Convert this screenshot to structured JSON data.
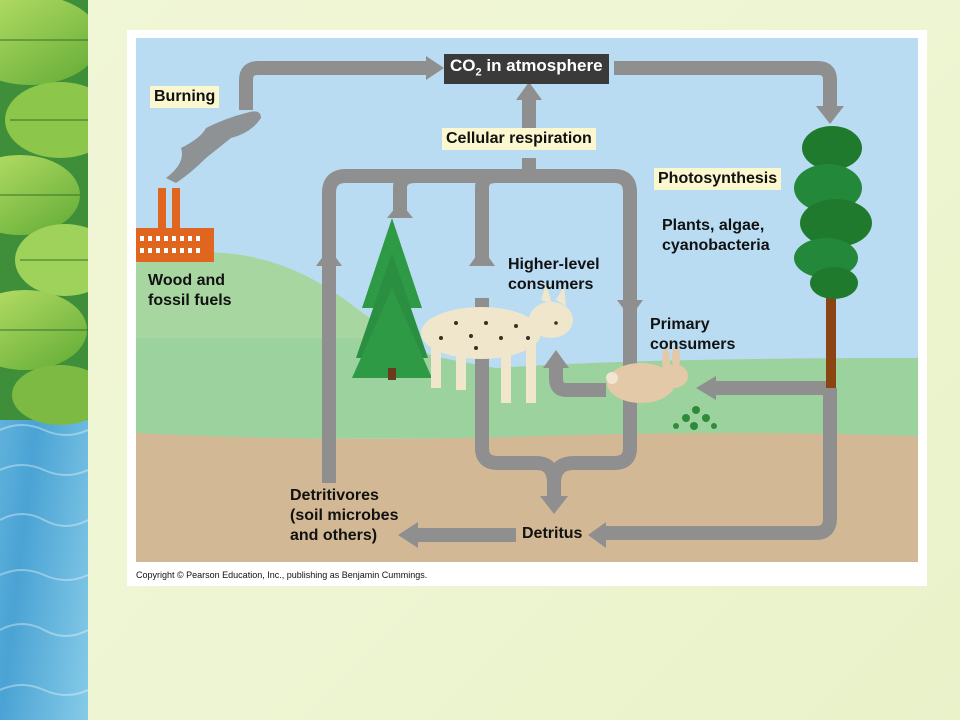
{
  "diagram": {
    "co2_label": "CO",
    "co2_subscript": "2",
    "co2_suffix": " in atmosphere",
    "burning": "Burning",
    "cellular_respiration": "Cellular respiration",
    "photosynthesis": "Photosynthesis",
    "producers": "Plants, algae,\ncyanobacteria",
    "wood_fossil": "Wood and\nfossil fuels",
    "higher_consumers": "Higher-level\nconsumers",
    "primary_consumers": "Primary\nconsumers",
    "detritivores": "Detritivores\n(soil microbes\nand others)",
    "detritus": "Detritus"
  },
  "copyright": "Copyright © Pearson Education, Inc., publishing as Benjamin Cummings.",
  "colors": {
    "arrow": "#8f8f8f",
    "sky": "#b9dcf3",
    "soil": "#d2b894",
    "grass": "#9bd29e",
    "label_box": "#fbf7cf",
    "co2_box": "#3a3a3a"
  }
}
